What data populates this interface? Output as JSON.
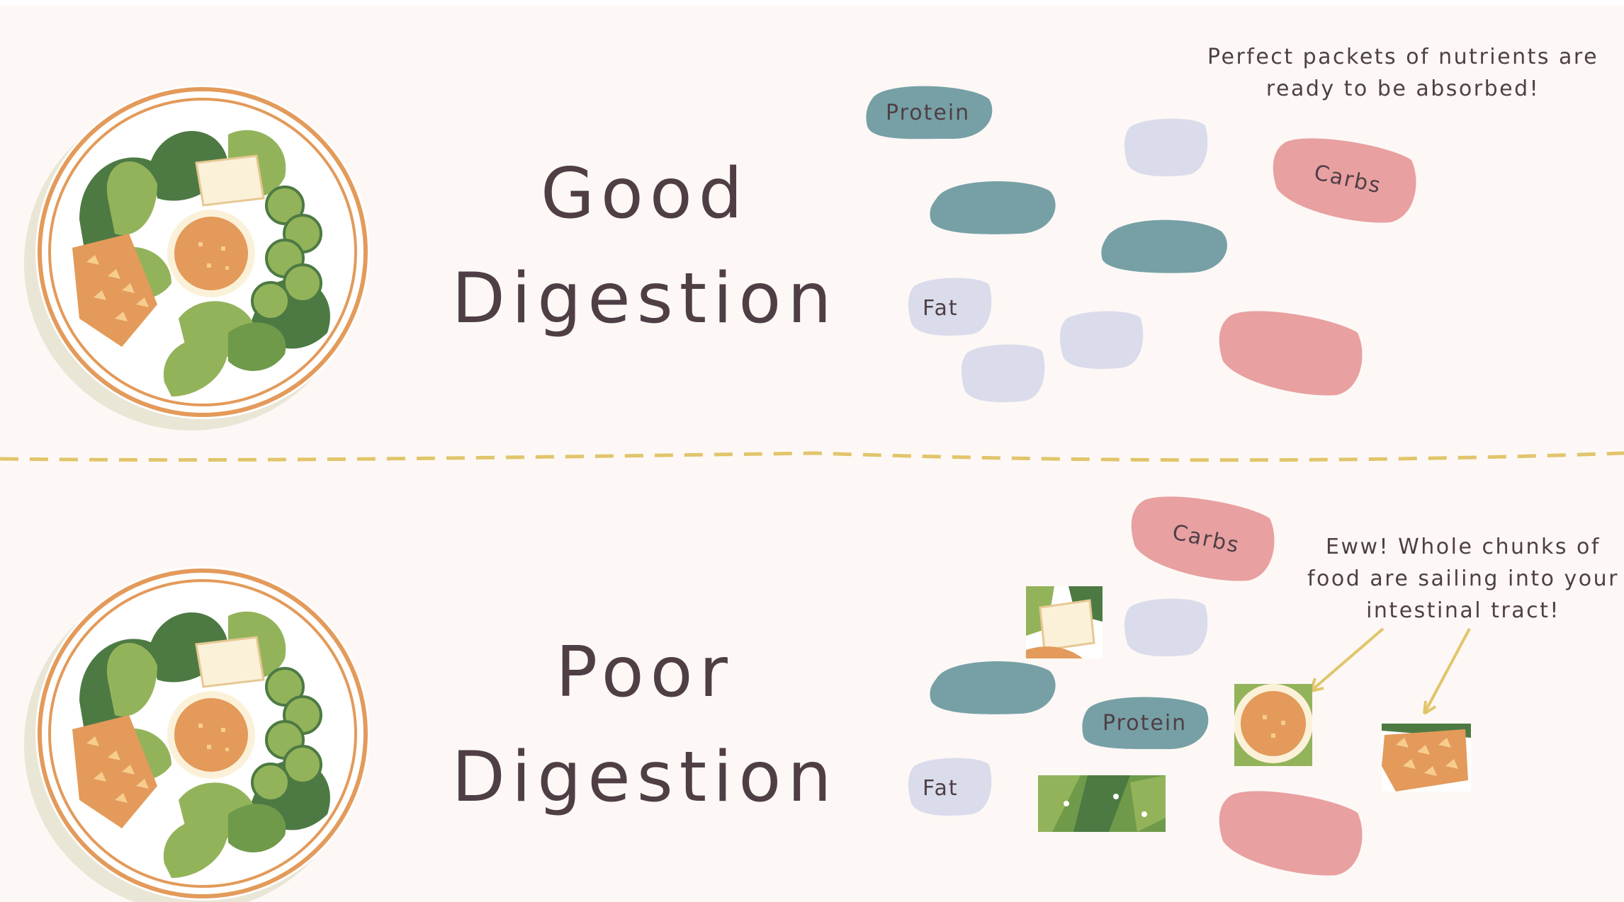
{
  "sections": {
    "good": {
      "title_line1": "Good",
      "title_line2": "Digestion",
      "caption_line1": "Perfect packets of nutrients are",
      "caption_line2": "ready to be absorbed!",
      "labels": {
        "protein": "Protein",
        "carbs": "Carbs",
        "fat": "Fat"
      }
    },
    "poor": {
      "title_line1": "Poor",
      "title_line2": "Digestion",
      "caption_line1": "Eww! Whole chunks of",
      "caption_line2": "food are sailing into your",
      "caption_line3": "intestinal tract!",
      "labels": {
        "protein": "Protein",
        "carbs": "Carbs",
        "fat": "Fat"
      }
    }
  },
  "colors": {
    "background": "#fdf8f5",
    "protein": "#76a0a6",
    "carbs": "#e8a0a1",
    "fat": "#dadcec",
    "divider": "#e1c56b",
    "plate_ring": "#e39a5a",
    "text": "#4f3f45"
  },
  "icons": {
    "plate": "salad-plate-icon",
    "arrow": "arrow-icon"
  }
}
